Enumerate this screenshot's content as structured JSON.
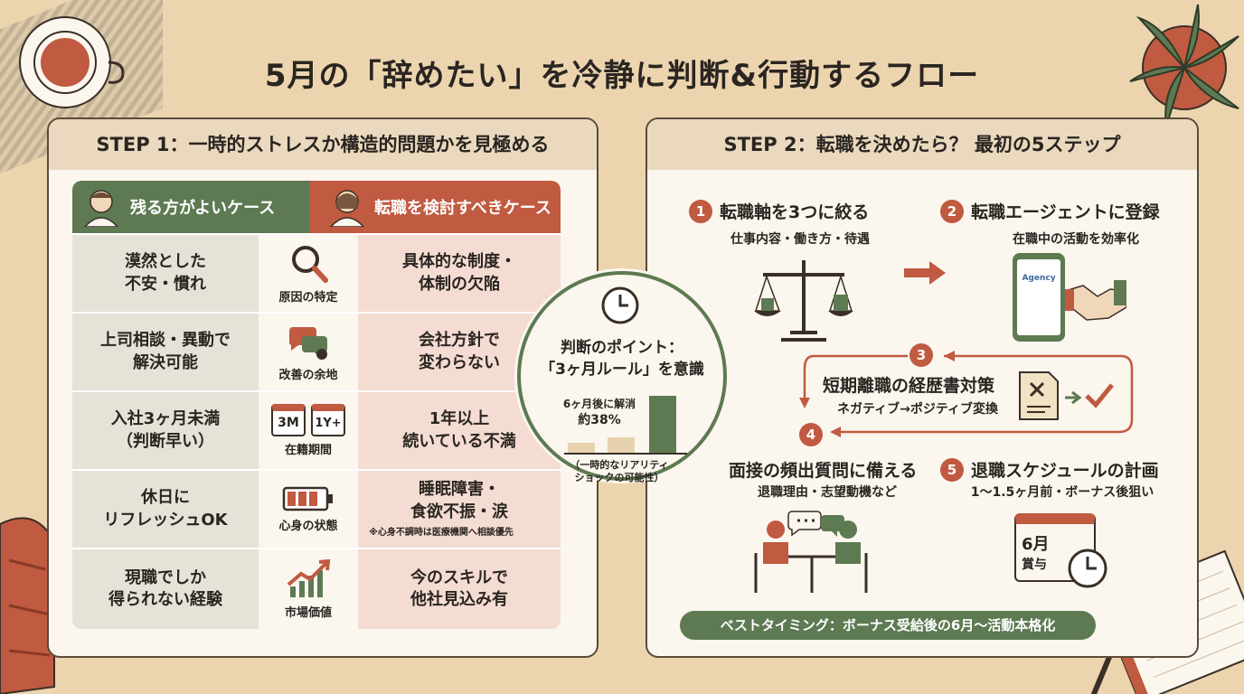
{
  "title": "5月の「辞めたい」を冷静に判断&行動するフロー",
  "step1": {
    "heading": "STEP 1：一時的ストレスか構造的問題かを見極める",
    "col_stay": "残る方がよいケース",
    "col_change": "転職を検討すべきケース",
    "rows": [
      {
        "left": "漠然とした\n不安・慣れ",
        "middle": "原因の特定",
        "right": "具体的な制度・\n体制の欠陥",
        "icon": "magnifier-icon"
      },
      {
        "left": "上司相談・異動で\n解決可能",
        "middle": "改善の余地",
        "right": "会社方針で\n変わらない",
        "icon": "chat-gear-icon"
      },
      {
        "left": "入社3ヶ月未満\n（判断早い）",
        "middle": "在籍期間",
        "right": "1年以上\n続いている不満",
        "icon": "calendar-pair-icon",
        "badge_a": "3M",
        "badge_b": "1Y+"
      },
      {
        "left": "休日に\nリフレッシュOK",
        "middle": "心身の状態",
        "right": "睡眠障害・\n食欲不振・涙",
        "note": "※心身不調時は医療機関へ相談優先",
        "icon": "battery-icon"
      },
      {
        "left": "現職でしか\n得られない経験",
        "middle": "市場価値",
        "right": "今のスキルで\n他社見込み有",
        "icon": "growth-chart-icon"
      }
    ]
  },
  "judgement": {
    "title_line1": "判断のポイント：",
    "title_line2": "「3ヶ月ルール」を意識",
    "bar_label_line1": "6ヶ月後に解消",
    "bar_label_line2": "約38%",
    "caption_line1": "（一時的なリアリティ",
    "caption_line2": "ショックの可能性）"
  },
  "step2": {
    "heading": "STEP 2：転職を決めたら？ 最初の5ステップ",
    "steps": [
      {
        "num": "1",
        "title": "転職軸を3つに絞る",
        "sub": "仕事内容・働き方・待遇"
      },
      {
        "num": "2",
        "title": "転職エージェントに登録",
        "sub": "在職中の活動を効率化"
      },
      {
        "num": "3",
        "title": "短期離職の経歴書対策",
        "sub": "ネガティブ→ポジティブ変換"
      },
      {
        "num": "4",
        "title": "面接の頻出質問に備える",
        "sub": "退職理由・志望動機など"
      },
      {
        "num": "5",
        "title": "退職スケジュールの計画",
        "sub": "1〜1.5ヶ月前・ボーナス後狙い"
      }
    ],
    "phone_brand": "Agency",
    "calendar_month": "6月",
    "calendar_label": "賞与",
    "banner": "ベストタイミング：ボーナス受給後の6月〜活動本格化"
  },
  "colors": {
    "green": "#5d7a52",
    "terracotta": "#c05a40",
    "background": "#ecd5ae"
  }
}
